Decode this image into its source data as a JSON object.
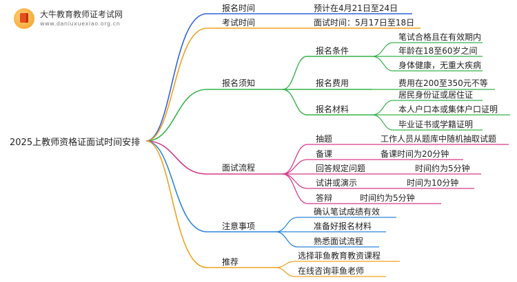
{
  "logo": {
    "name": "大牛教育教师证考试网",
    "url": "www.daniuxuexiao.org.cn"
  },
  "root": "2025上教师资格证面试时间安排",
  "branches": {
    "b1": {
      "label": "报名时间",
      "leaf": "预计在4月21日至24日",
      "color": "#2e63d6"
    },
    "b2": {
      "label": "考试时间",
      "leaf": "面试时间：5月17日至18日",
      "color": "#f0a020"
    },
    "b3": {
      "label": "报名须知",
      "color": "#34b24a",
      "s1": {
        "label": "报名条件",
        "items": [
          "笔试合格且在有效期内",
          "年龄在18至60岁之间",
          "身体健康，无重大疾病"
        ]
      },
      "s2": {
        "label": "报名费用",
        "items": [
          "费用在200至350元不等"
        ]
      },
      "s3": {
        "label": "报名材料",
        "items": [
          "居民身份证或居住证",
          "本人户口本或集体户口证明",
          "毕业证书或学籍证明"
        ]
      }
    },
    "b4": {
      "label": "面试流程",
      "color": "#d83a8a",
      "steps": [
        {
          "label": "抽题",
          "detail": "工作人员从题库中随机抽取试题"
        },
        {
          "label": "备课",
          "detail": "备课时间为20分钟"
        },
        {
          "label": "回答规定问题",
          "detail": "时间约为5分钟"
        },
        {
          "label": "试讲或演示",
          "detail": "时间为10分钟"
        },
        {
          "label": "答辩",
          "detail": "时间约为5分钟"
        }
      ]
    },
    "b5": {
      "label": "注意事项",
      "color": "#2a86d8",
      "items": [
        "确认笔试成绩有效",
        "准备好报名材料",
        "熟悉面试流程"
      ]
    },
    "b6": {
      "label": "推荐",
      "color": "#f0a020",
      "items": [
        "选择菲鱼教育教资课程",
        "在线咨询菲鱼老师"
      ]
    }
  }
}
